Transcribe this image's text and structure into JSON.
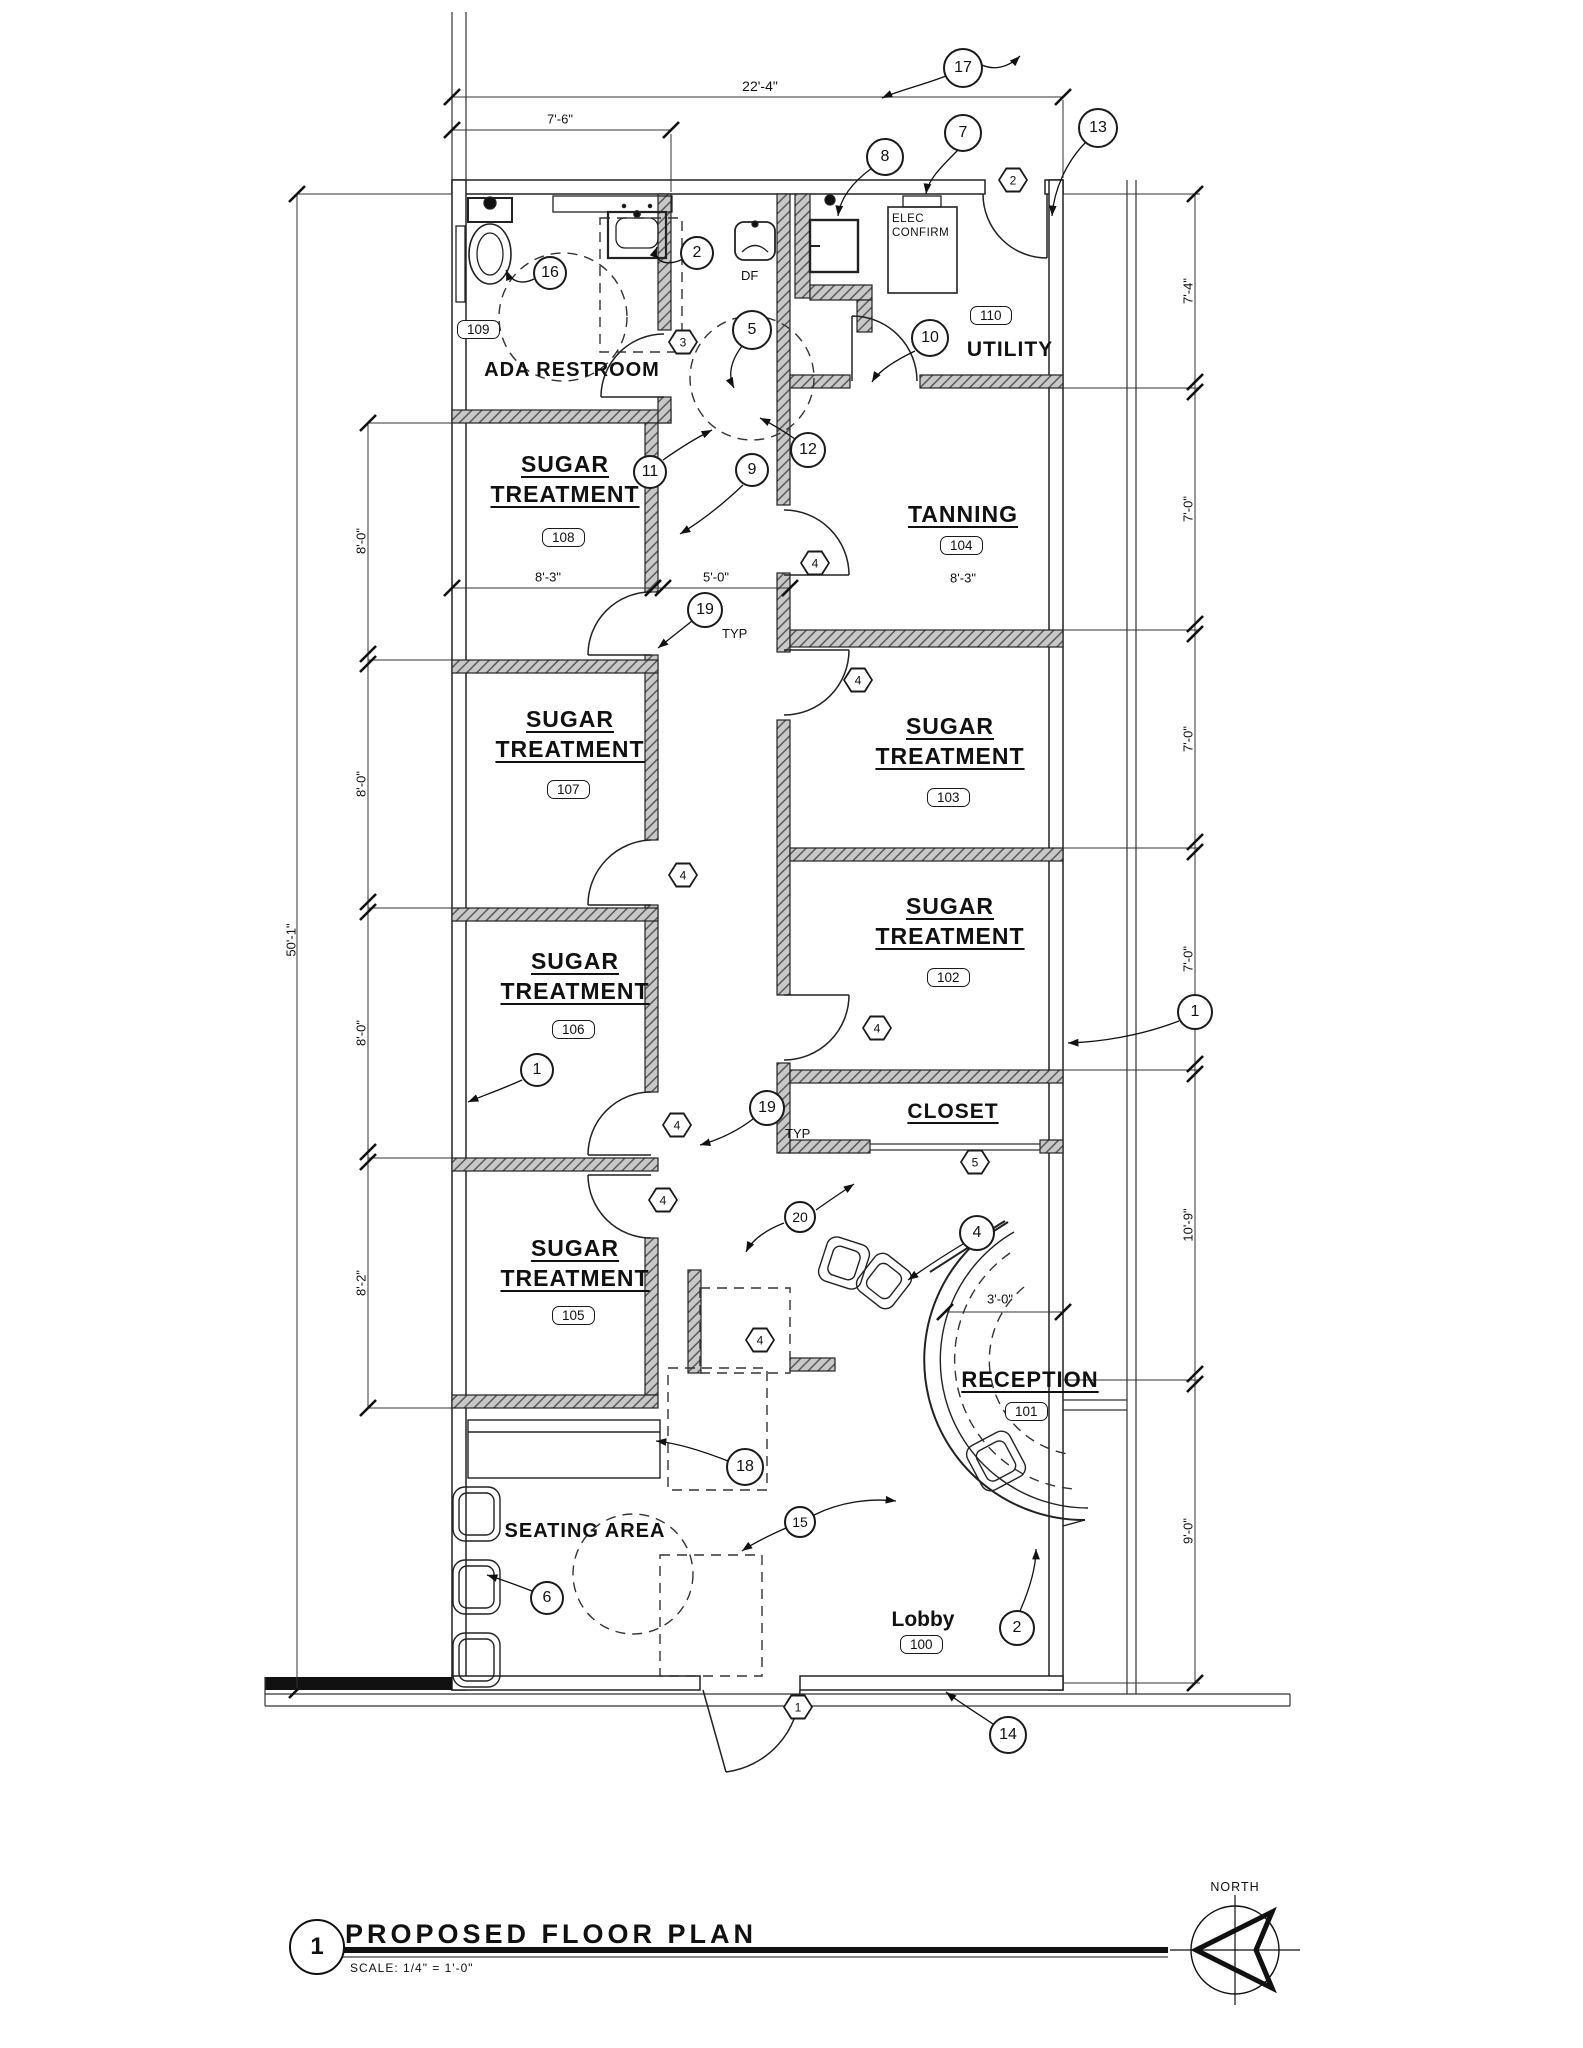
{
  "title_block": {
    "detail_number": "1",
    "title": "PROPOSED FLOOR PLAN",
    "scale": "SCALE:  1/4\" = 1'-0\"",
    "north_label": "NORTH"
  },
  "rooms": {
    "ada_restroom": {
      "name": "ADA RESTROOM",
      "tag": "109"
    },
    "utility": {
      "name": "UTILITY",
      "tag": "110"
    },
    "treatment_108": {
      "name": "SUGAR TREATMENT",
      "tag": "108"
    },
    "tanning": {
      "name": "TANNING",
      "tag": "104"
    },
    "treatment_107": {
      "name": "SUGAR TREATMENT",
      "tag": "107"
    },
    "treatment_103": {
      "name": "SUGAR TREATMENT",
      "tag": "103"
    },
    "treatment_106": {
      "name": "SUGAR TREATMENT",
      "tag": "106"
    },
    "treatment_102": {
      "name": "SUGAR TREATMENT",
      "tag": "102"
    },
    "closet": {
      "name": "CLOSET"
    },
    "treatment_105": {
      "name": "SUGAR TREATMENT",
      "tag": "105"
    },
    "reception": {
      "name": "RECEPTION",
      "tag": "101"
    },
    "seating_area": {
      "name": "SEATING AREA"
    },
    "lobby": {
      "name": "Lobby",
      "tag": "100"
    }
  },
  "dimensions": {
    "top_overall": "22'-4\"",
    "restroom_width": "7'-6\"",
    "left_overall": "50'-1\"",
    "left_seg_a": "8'-0\"",
    "left_seg_b": "8'-0\"",
    "left_seg_c": "8'-0\"",
    "left_seg_d": "8'-2\"",
    "mid_left": "8'-3\"",
    "mid_corridor": "5'-0\"",
    "tanning_width": "8'-3\"",
    "right_seg_a": "7'-4\"",
    "right_seg_b": "7'-0\"",
    "right_seg_c": "7'-0\"",
    "right_seg_d": "7'-0\"",
    "right_seg_e": "10'-9\"",
    "right_seg_f": "9'-0\"",
    "reception_clear": "3'-0\""
  },
  "keynotes": {
    "n1": "1",
    "n2": "2",
    "n4": "4",
    "n5": "5",
    "n6": "6",
    "n7": "7",
    "n8": "8",
    "n9": "9",
    "n10": "10",
    "n11": "11",
    "n12": "12",
    "n13": "13",
    "n14": "14",
    "n15": "15",
    "n16": "16",
    "n17": "17",
    "n18": "18",
    "n19": "19",
    "n20": "20"
  },
  "door_tags": {
    "n1": "1",
    "n2": "2",
    "n3": "3",
    "n4": "4",
    "n5": "5"
  },
  "annotations": {
    "elec_line1": "ELEC",
    "elec_line2": "CONFIRM",
    "df": "DF",
    "typ": "TYP"
  }
}
